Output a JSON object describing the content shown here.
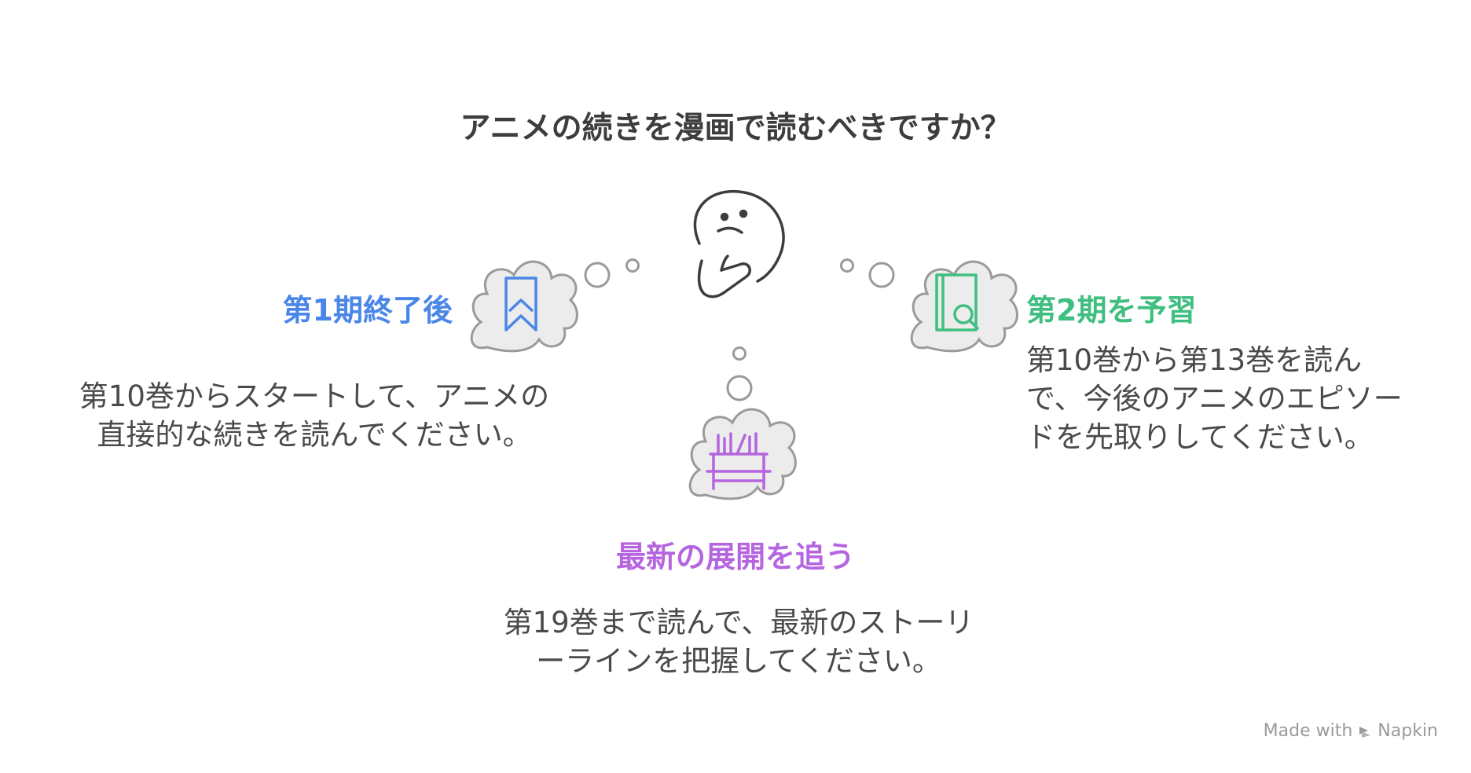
{
  "title": "アニメの続きを漫画で読むべきですか？",
  "options": [
    {
      "id": "left",
      "heading": "第1期終了後",
      "lines": [
        "第10巻からスタートして、アニメの",
        "直接的な続きを読んでください。"
      ],
      "icon": "bookmark-icon",
      "color": "#4a86e8"
    },
    {
      "id": "right",
      "heading": "第2期を予習",
      "lines": [
        "第10巻から第13巻を読ん",
        "で、今後のアニメのエピソー",
        "ドを先取りしてください。"
      ],
      "icon": "book-search-icon",
      "color": "#3fbf7f"
    },
    {
      "id": "bottom",
      "heading": "最新の展開を追う",
      "lines": [
        "第19巻まで読んで、最新のストーリ",
        "ーラインを把握してください。"
      ],
      "icon": "bookshelf-icon",
      "color": "#b565e0"
    }
  ],
  "center_icon": "thinking-face-icon",
  "footer": {
    "made_with": "Made with",
    "brand": "Napkin"
  }
}
